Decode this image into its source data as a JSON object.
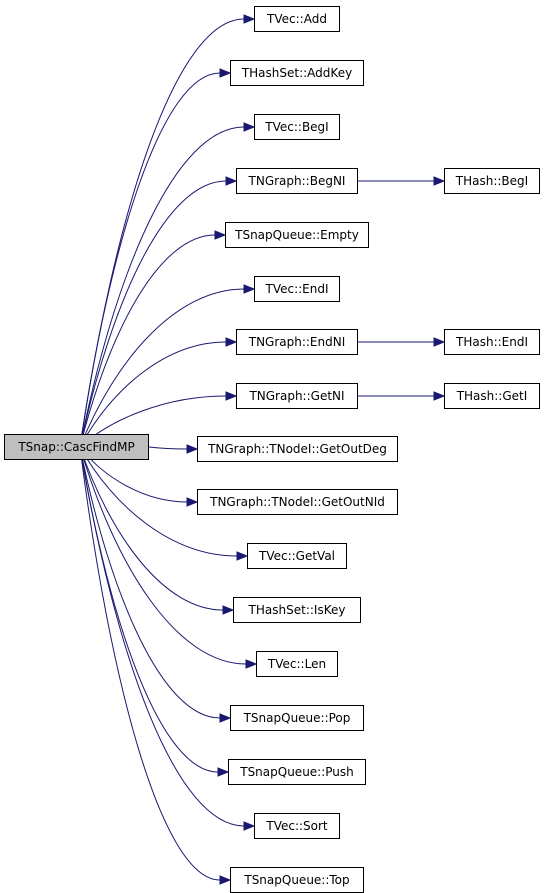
{
  "diagram": {
    "edge_color": "#191970",
    "root": {
      "id": "root",
      "label": "TSnap::CascFindMP",
      "fill": "#bfbfbf"
    },
    "nodes": [
      {
        "id": "vec-add",
        "label": "TVec::Add"
      },
      {
        "id": "hashset-addkey",
        "label": "THashSet::AddKey"
      },
      {
        "id": "vec-begi",
        "label": "TVec::BegI"
      },
      {
        "id": "ngraph-begni",
        "label": "TNGraph::BegNI"
      },
      {
        "id": "hash-begi",
        "label": "THash::BegI"
      },
      {
        "id": "snapqueue-empty",
        "label": "TSnapQueue::Empty"
      },
      {
        "id": "vec-endi",
        "label": "TVec::EndI"
      },
      {
        "id": "ngraph-endni",
        "label": "TNGraph::EndNI"
      },
      {
        "id": "hash-endi",
        "label": "THash::EndI"
      },
      {
        "id": "ngraph-getni",
        "label": "TNGraph::GetNI"
      },
      {
        "id": "hash-geti",
        "label": "THash::GetI"
      },
      {
        "id": "tnodei-getoutdeg",
        "label": "TNGraph::TNodeI::GetOutDeg"
      },
      {
        "id": "tnodei-getoutnid",
        "label": "TNGraph::TNodeI::GetOutNId"
      },
      {
        "id": "vec-getval",
        "label": "TVec::GetVal"
      },
      {
        "id": "hashset-iskey",
        "label": "THashSet::IsKey"
      },
      {
        "id": "vec-len",
        "label": "TVec::Len"
      },
      {
        "id": "snapqueue-pop",
        "label": "TSnapQueue::Pop"
      },
      {
        "id": "snapqueue-push",
        "label": "TSnapQueue::Push"
      },
      {
        "id": "vec-sort",
        "label": "TVec::Sort"
      },
      {
        "id": "snapqueue-top",
        "label": "TSnapQueue::Top"
      }
    ],
    "edges": [
      {
        "from": "root",
        "to": "vec-add"
      },
      {
        "from": "root",
        "to": "hashset-addkey"
      },
      {
        "from": "root",
        "to": "vec-begi"
      },
      {
        "from": "root",
        "to": "ngraph-begni"
      },
      {
        "from": "ngraph-begni",
        "to": "hash-begi"
      },
      {
        "from": "root",
        "to": "snapqueue-empty"
      },
      {
        "from": "root",
        "to": "vec-endi"
      },
      {
        "from": "root",
        "to": "ngraph-endni"
      },
      {
        "from": "ngraph-endni",
        "to": "hash-endi"
      },
      {
        "from": "root",
        "to": "ngraph-getni"
      },
      {
        "from": "ngraph-getni",
        "to": "hash-geti"
      },
      {
        "from": "root",
        "to": "tnodei-getoutdeg"
      },
      {
        "from": "root",
        "to": "tnodei-getoutnid"
      },
      {
        "from": "root",
        "to": "vec-getval"
      },
      {
        "from": "root",
        "to": "hashset-iskey"
      },
      {
        "from": "root",
        "to": "vec-len"
      },
      {
        "from": "root",
        "to": "snapqueue-pop"
      },
      {
        "from": "root",
        "to": "snapqueue-push"
      },
      {
        "from": "root",
        "to": "vec-sort"
      },
      {
        "from": "root",
        "to": "snapqueue-top"
      }
    ]
  }
}
